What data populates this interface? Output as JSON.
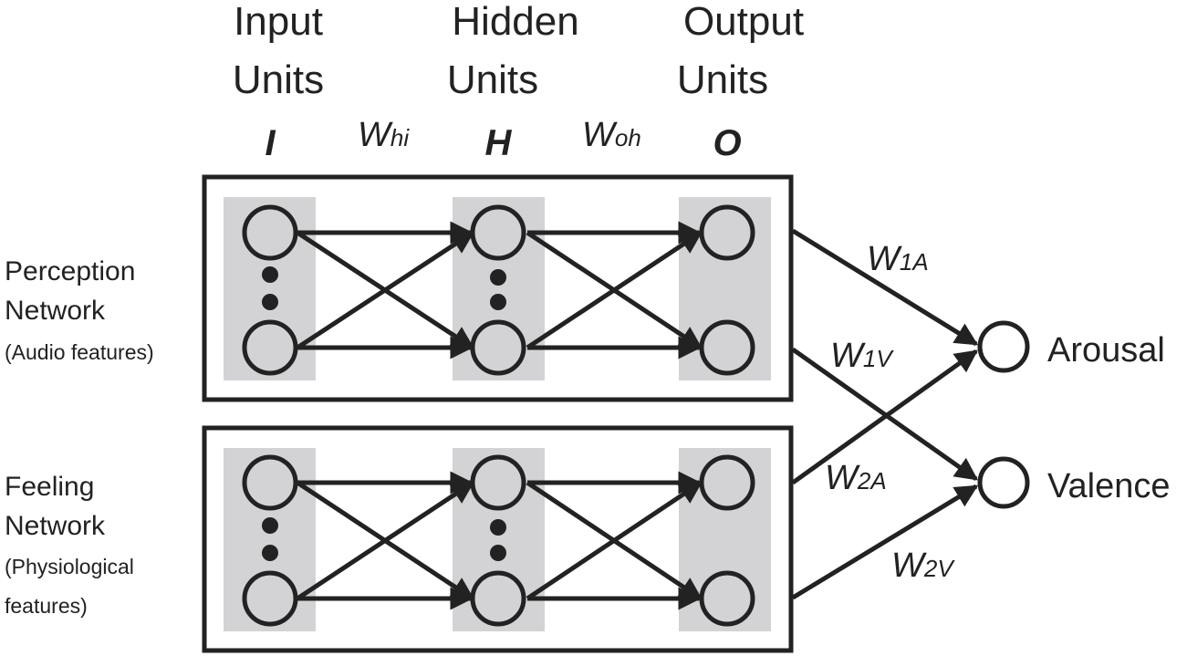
{
  "columns": {
    "input": {
      "line1": "Input",
      "line2": "Units",
      "symbol": "I"
    },
    "hidden": {
      "line1": "Hidden",
      "line2": "Units",
      "symbol": "H"
    },
    "output": {
      "line1": "Output",
      "line2": "Units",
      "symbol": "O"
    }
  },
  "weights": {
    "hi": {
      "base": "W",
      "sub": "hi"
    },
    "oh": {
      "base": "W",
      "sub": "oh"
    },
    "w1a": {
      "base": "W",
      "sub": "1A"
    },
    "w1v": {
      "base": "W",
      "sub": "1V"
    },
    "w2a": {
      "base": "W",
      "sub": "2A"
    },
    "w2v": {
      "base": "W",
      "sub": "2V"
    }
  },
  "networks": {
    "perception": {
      "line1": "Perception",
      "line2": "Network",
      "line3": "(Audio features)"
    },
    "feeling": {
      "line1": "Feeling",
      "line2": "Network",
      "line3": "(Physiological",
      "line4": "features)"
    }
  },
  "outputs": {
    "arousal": "Arousal",
    "valence": "Valence"
  },
  "colors": {
    "stroke": "#222222",
    "node_fill": "#d3d3d5",
    "column_shade": "#d3d3d5",
    "background": "#ffffff"
  }
}
